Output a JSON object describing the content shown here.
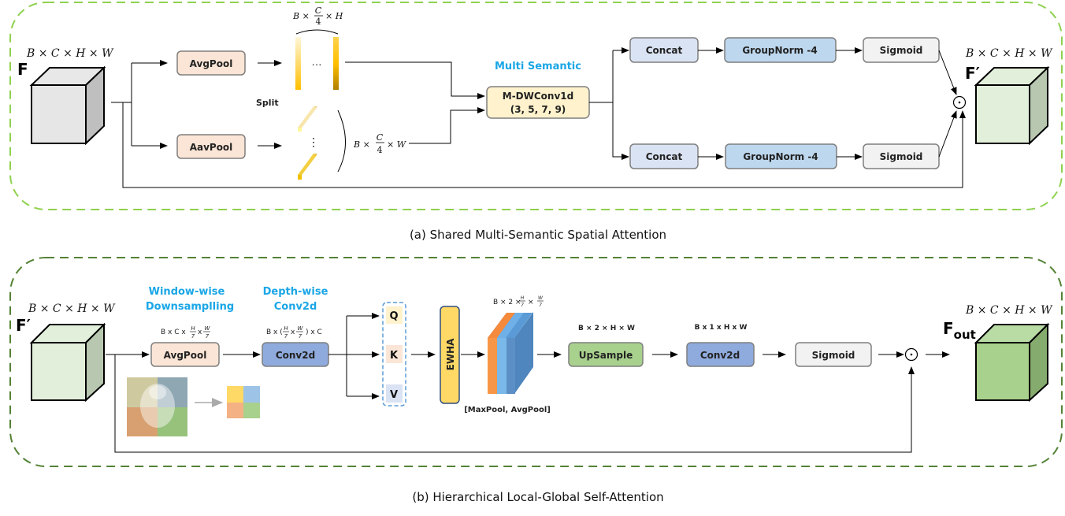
{
  "colors": {
    "panel_a_border": "#8fd14f",
    "panel_b_border": "#548235",
    "pool_box": "#fbe5d6",
    "concat_box": "#dae3f3",
    "groupnorm_box": "#bdd7ee",
    "sigmoid_box": "#f2f2f2",
    "mdw_box": "#fff2cc",
    "conv2d_box": "#8faadc",
    "upsample_box": "#a9d18e",
    "ewha_box": "#ffd966",
    "accent_blue_label": "#1aa6e6"
  },
  "panel_a": {
    "caption": "(a) Shared Multi-Semantic Spatial Attention",
    "input": {
      "name": "F",
      "shape": "B  × C  × H × W"
    },
    "output": {
      "name": "F′",
      "shape": "B  × C  × H × W"
    },
    "pool_top": "AvgPool",
    "pool_bottom": "AavPool",
    "split_label": "Split",
    "split_top_shape": {
      "prefix": "B  ×",
      "num": "C",
      "den": "4",
      "suffix": "× H"
    },
    "split_bottom_shape": {
      "prefix": "B  ×",
      "num": "C",
      "den": "4",
      "suffix": "× W"
    },
    "ellipsis_h": "···",
    "ellipsis_v": "⋮",
    "multi_semantic_label": "Multi Semantic",
    "mdw_line1": "M-DWConv1d",
    "mdw_line2": "(3, 5, 7, 9)",
    "branches": [
      {
        "concat": "Concat",
        "norm": "GroupNorm -4",
        "act": "Sigmoid"
      },
      {
        "concat": "Concat",
        "norm": "GroupNorm -4",
        "act": "Sigmoid"
      }
    ],
    "operator": "⊙"
  },
  "panel_b": {
    "caption": "(b) Hierarchical Local-Global Self-Attention",
    "input": {
      "name": "F′",
      "shape": "B  × C  × H × W"
    },
    "output": {
      "name": "F",
      "subscript": "out",
      "shape": "B  × C  × H × W"
    },
    "window_label_1": "Window-wise",
    "window_label_2": "Downsamplling",
    "depth_label_1": "Depth-wise",
    "depth_label_2": "Conv2d",
    "avgpool": "AvgPool",
    "avgpool_shape": {
      "a": "B x C x",
      "f1": [
        "H",
        "7"
      ],
      "mid": "x",
      "f2": [
        "W",
        "7"
      ],
      "end": ""
    },
    "conv2d_first": "Conv2d",
    "conv2d_first_shape": {
      "a": "B x (",
      "f1": [
        "H",
        "7"
      ],
      "mid": "x",
      "f2": [
        "W",
        "7"
      ],
      "end": ") x C"
    },
    "qkv": [
      "Q",
      "K",
      "V"
    ],
    "ewha": "EWHA",
    "pooled_shape": {
      "a": "B × 2 ×",
      "f1": [
        "H",
        "7"
      ],
      "mid": "×",
      "f2": [
        "W",
        "7"
      ]
    },
    "pooled_label": "[MaxPool, AvgPool]",
    "upsample": "UpSample",
    "upsample_shape": "B × 2 × H × W",
    "conv2d_second": "Conv2d",
    "conv2d_second_shape": "B x 1 x H x W",
    "sigmoid": "Sigmoid",
    "operator": "⊙"
  }
}
